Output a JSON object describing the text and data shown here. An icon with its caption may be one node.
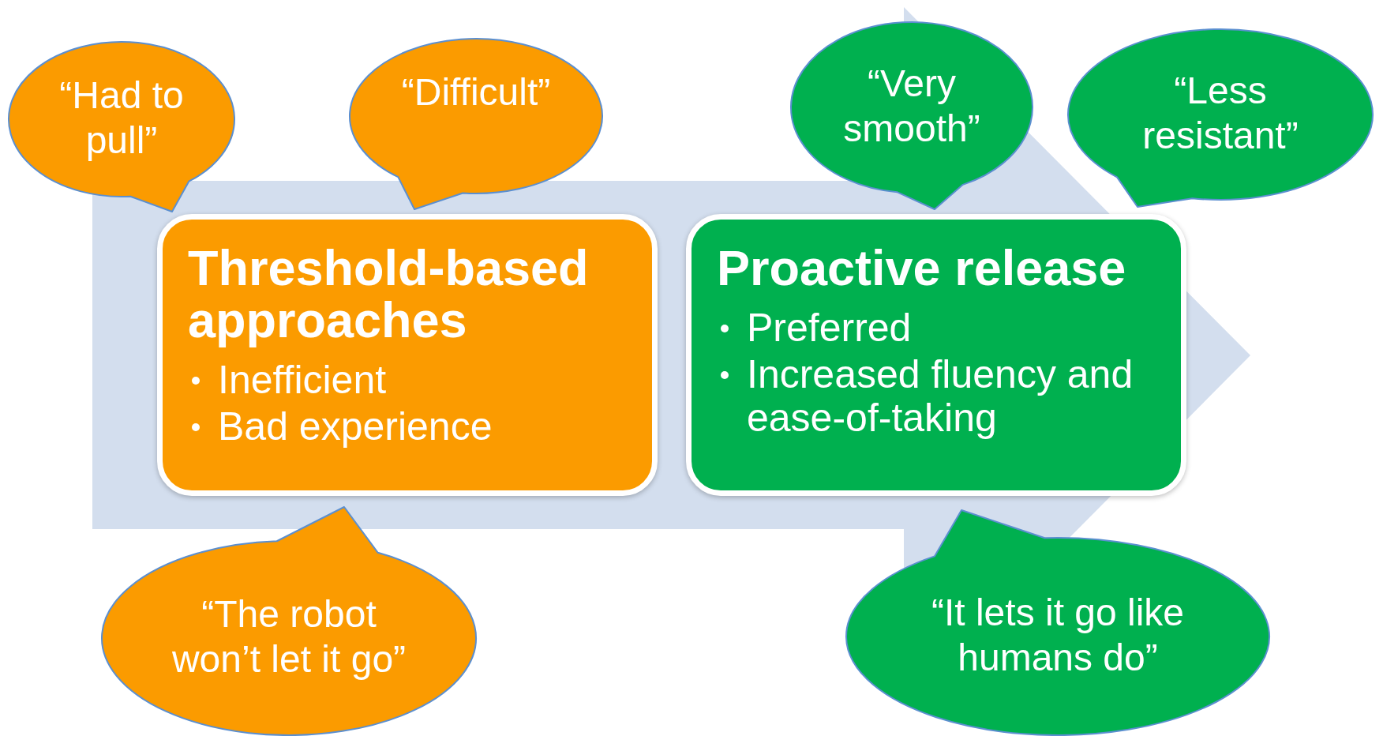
{
  "diagram": {
    "nodes": [
      {
        "text": [
          "“Had to pull”"
        ]
      },
      {
        "text": [
          "“Difficult”"
        ]
      },
      {
        "text": [
          "“Very smooth”"
        ]
      },
      {
        "text": [
          "“Less resistant”"
        ]
      },
      {
        "text": [
          "Threshold-based approaches",
          "Inefficient",
          "Bad experience"
        ]
      },
      {
        "text": [
          "Proactive release",
          "Preferred",
          "Increased fluency and ease-of-taking"
        ]
      },
      {
        "text": [
          "“The robot won’t let it go”"
        ]
      },
      {
        "text": [
          "“It lets it go like humans do”"
        ]
      }
    ]
  }
}
